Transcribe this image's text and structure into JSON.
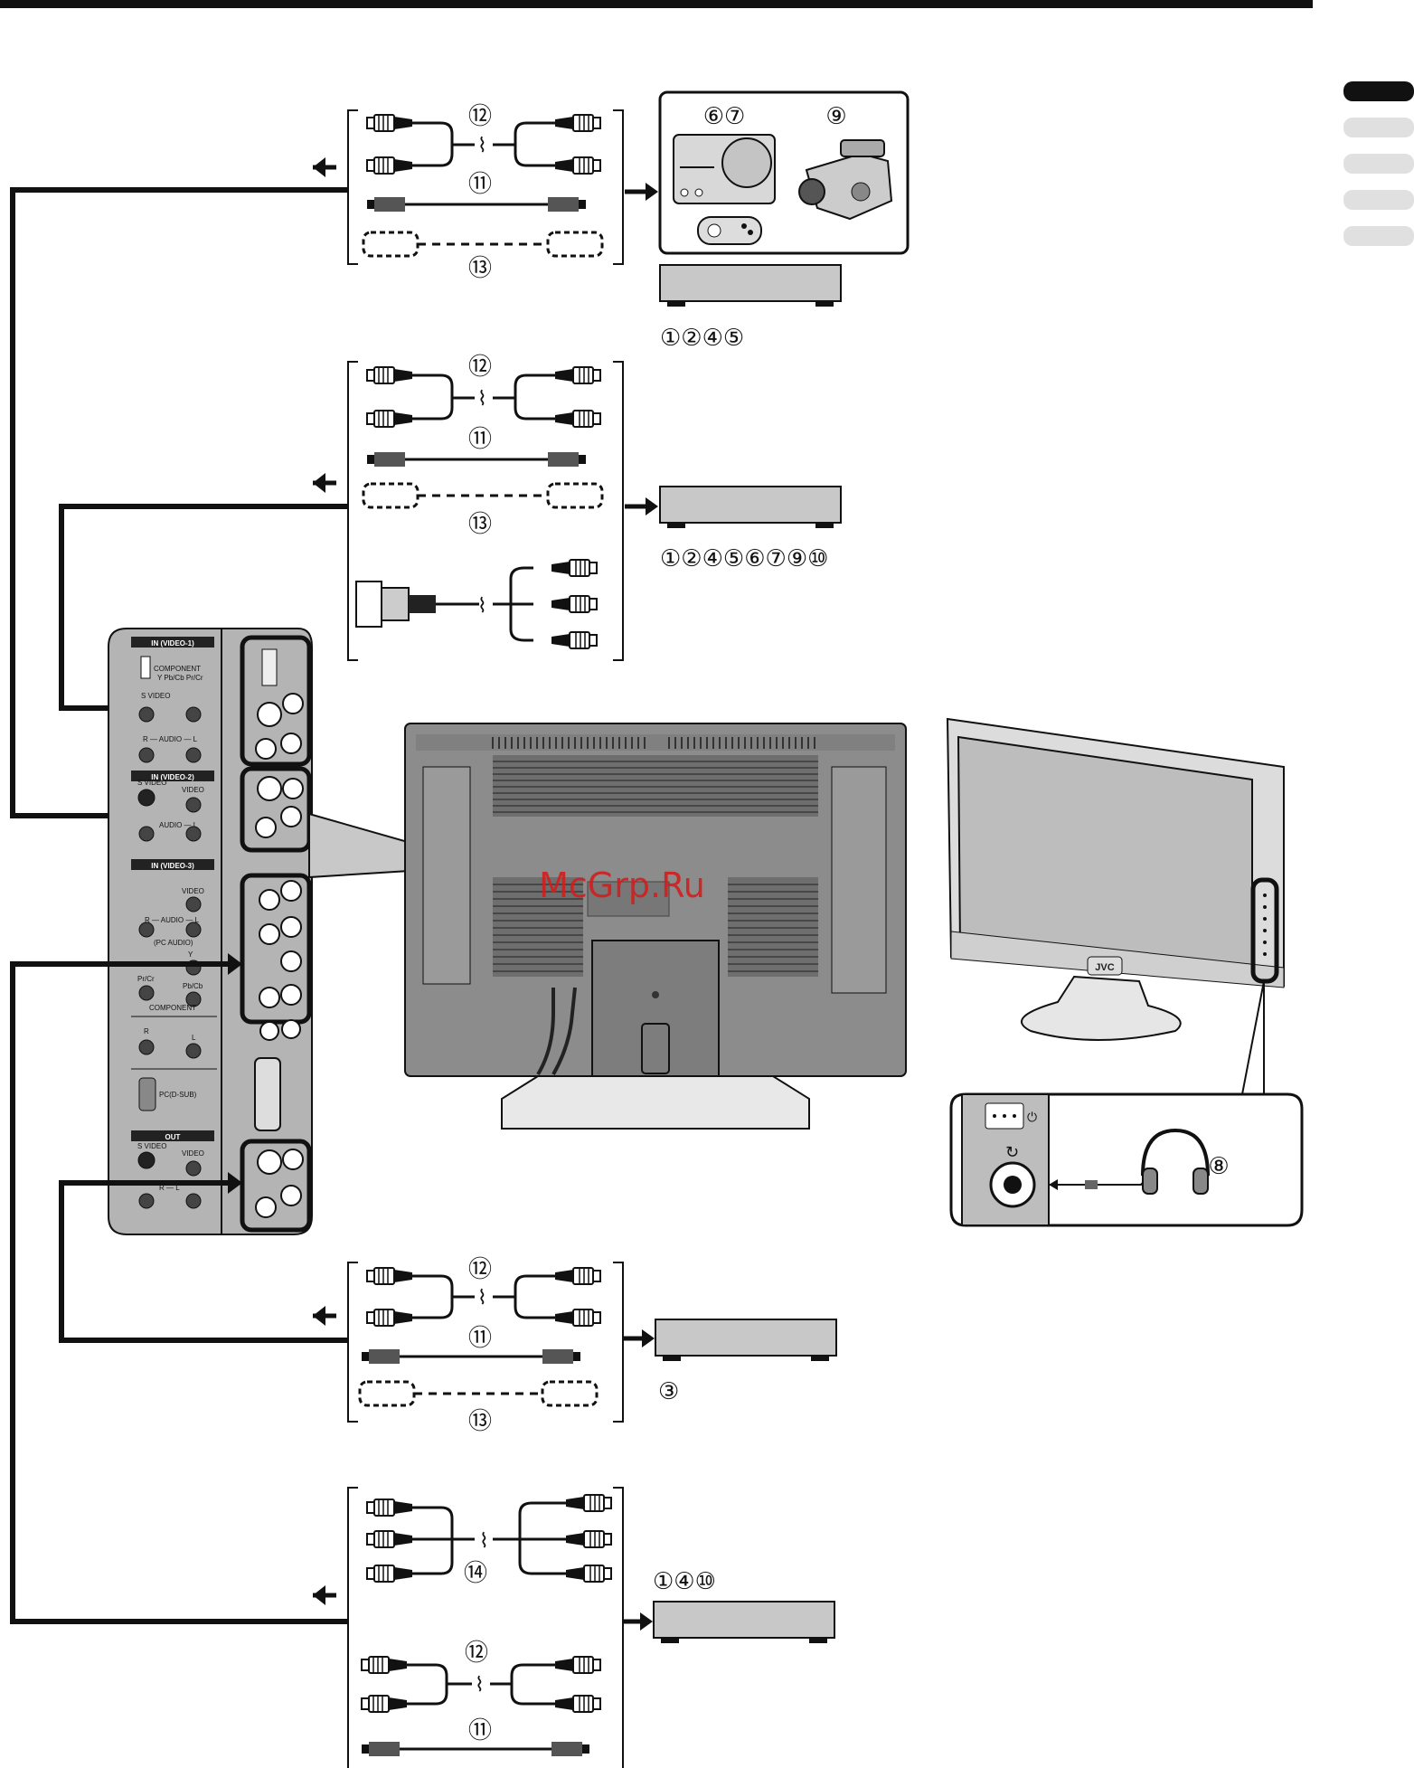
{
  "callouts": {
    "g1_devices_top": "⑥⑦",
    "g1_camcorder": "⑨",
    "g1_cable_a": "⑫",
    "g1_cable_b": "⑪",
    "g1_cable_c": "⑬",
    "g1_device_ids": "①②④⑤",
    "g2_cable_a": "⑫",
    "g2_cable_b": "⑪",
    "g2_cable_c": "⑬",
    "g2_device_ids": "①②④⑤⑥⑦⑨⑩",
    "headphone": "⑧",
    "g3_cable_a": "⑫",
    "g3_cable_b": "⑪",
    "g3_cable_c": "⑬",
    "g3_device_ids": "③",
    "g4_cable_a": "⑭",
    "g4_device_ids": "①④⑩",
    "g4_cable_b": "⑫",
    "g4_cable_c": "⑪"
  },
  "terminal_panel": {
    "in1_header": "IN (VIDEO-1)",
    "in1_component": "COMPONENT",
    "in1_component_sub": "Y Pb/Cb Pr/Cr",
    "in1_svideo": "S VIDEO",
    "in1_audio": "R — AUDIO — L",
    "in2_header": "IN (VIDEO-2)",
    "in2_svideo": "S VIDEO",
    "in2_video": "VIDEO",
    "in2_audio": "AUDIO — L",
    "in3_header": "IN (VIDEO-3)",
    "in3_video": "VIDEO",
    "in3_audio": "R — AUDIO — L",
    "in3_pc_audio": "(PC AUDIO)",
    "in3_y": "Y",
    "in3_prcr": "Pr/Cr",
    "in3_pbcb": "Pb/Cb",
    "in3_component": "COMPONENT",
    "rl_r": "R",
    "rl_l": "L",
    "pc_dsub": "PC(D-SUB)",
    "out_header": "OUT",
    "out_svideo": "S VIDEO",
    "out_video": "VIDEO",
    "out_audio": "R — L"
  },
  "tv_front_logo": "JVC",
  "watermark": "McGrp.Ru",
  "colors": {
    "line": "#111111",
    "device_fill": "#c8c8c8",
    "panel_fill": "#b4b4b4",
    "tv_back": "#8c8c8c",
    "tab_active": "#111111",
    "tab_inactive": "#e0e0e0",
    "watermark": "#d21e1e"
  }
}
